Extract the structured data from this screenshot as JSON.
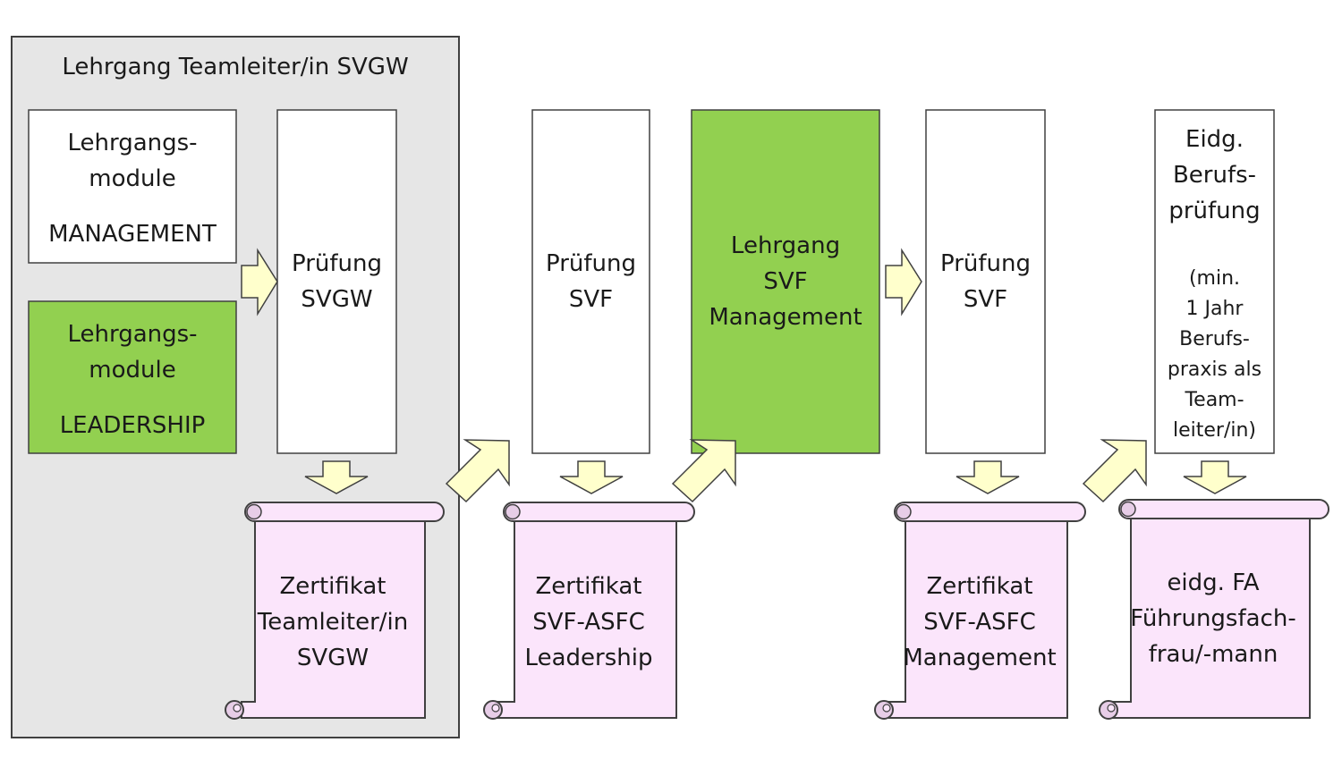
{
  "diagram": {
    "group": {
      "title": "Lehrgang Teamleiter/in SVGW"
    },
    "module_management": {
      "l1": "Lehrgangs-",
      "l2": "module",
      "l3": "MANAGEMENT"
    },
    "module_leadership": {
      "l1": "Lehrgangs-",
      "l2": "module",
      "l3": "LEADERSHIP"
    },
    "exam_svgw": {
      "l1": "Prüfung",
      "l2": "SVGW"
    },
    "exam_svf_1": {
      "l1": "Prüfung",
      "l2": "SVF"
    },
    "course_svf_management": {
      "l1": "Lehrgang",
      "l2": "SVF",
      "l3": "Management"
    },
    "exam_svf_2": {
      "l1": "Prüfung",
      "l2": "SVF"
    },
    "federal_exam": {
      "l1": "Eidg.",
      "l2": "Berufs-",
      "l3": "prüfung",
      "n1": "(min.",
      "n2": "1 Jahr",
      "n3": "Berufs-",
      "n4": "praxis als",
      "n5": "Team-",
      "n6": "leiter/in)"
    },
    "cert_teamleiter": {
      "l1": "Zertifikat",
      "l2": "Teamleiter/in",
      "l3": "SVGW"
    },
    "cert_leadership": {
      "l1": "Zertifikat",
      "l2": "SVF-ASFC",
      "l3": "Leadership"
    },
    "cert_management": {
      "l1": "Zertifikat",
      "l2": "SVF-ASFC",
      "l3": "Management"
    },
    "diploma": {
      "l1": "eidg. FA",
      "l2": "Führungsfach-",
      "l3": "frau/-mann"
    }
  },
  "colors": {
    "group_fill": "#e6e6e6",
    "green_fill": "#92d050",
    "arrow_fill": "#ffffcc",
    "scroll_fill": "#fbe5fb",
    "outline": "#404040"
  }
}
